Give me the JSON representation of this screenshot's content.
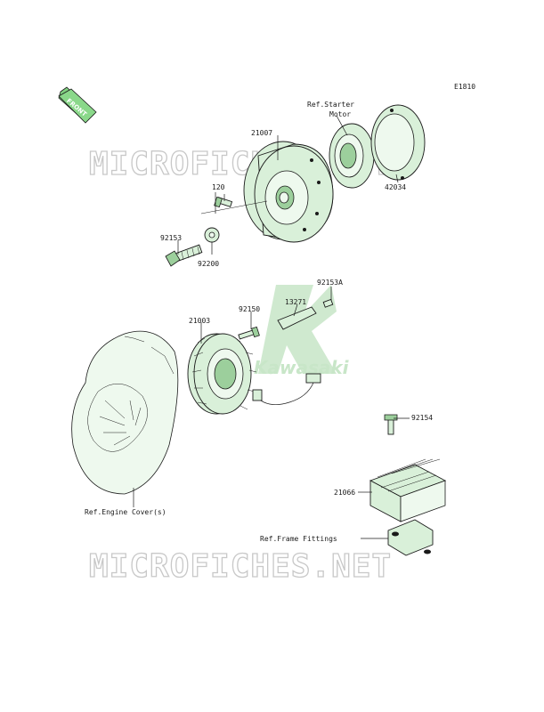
{
  "diagram_code": "E1810",
  "front_label": "FRONT",
  "watermark": "MICROFICHES.NET",
  "logo_text": "Kawasaki",
  "parts": [
    {
      "id": "p21007",
      "number": "21007"
    },
    {
      "id": "p120",
      "number": "120"
    },
    {
      "id": "p92153",
      "number": "92153"
    },
    {
      "id": "p92200",
      "number": "92200"
    },
    {
      "id": "p42034",
      "number": "42034"
    },
    {
      "id": "p92153a",
      "number": "92153A"
    },
    {
      "id": "p13271",
      "number": "13271"
    },
    {
      "id": "p92150",
      "number": "92150"
    },
    {
      "id": "p21003",
      "number": "21003"
    },
    {
      "id": "p92154",
      "number": "92154"
    },
    {
      "id": "p21066",
      "number": "21066"
    }
  ],
  "references": {
    "starter_motor_line1": "Ref.Starter",
    "starter_motor_line2": "Motor",
    "engine_cover": "Ref.Engine Cover(s)",
    "frame_fittings": "Ref.Frame Fittings"
  }
}
